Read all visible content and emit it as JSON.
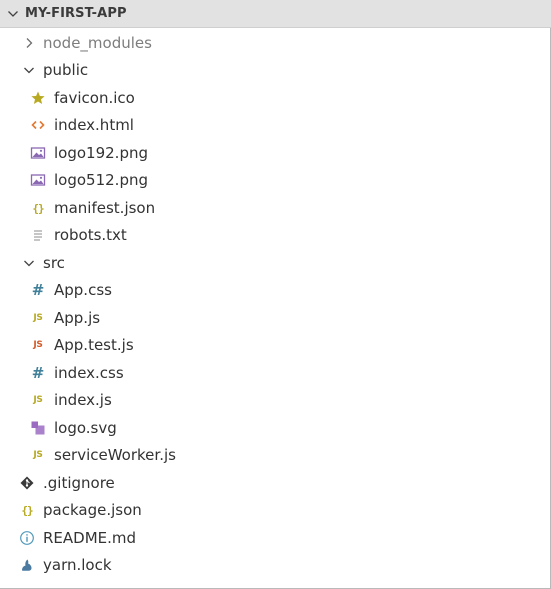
{
  "explorer": {
    "title": "MY-FIRST-APP"
  },
  "colors": {
    "js": "#b7a922",
    "test_js": "#d45a2a",
    "css": "#41809a",
    "html": "#e37933",
    "json": "#b7a922",
    "image": "#8a68b3",
    "svg": "#9b6bc2",
    "favicon": "#b7a922",
    "text_file": "#8c8c8c",
    "git": "#3a3a3a",
    "info": "#519aba",
    "yarn": "#4b7aa0"
  },
  "tree": {
    "node_modules": {
      "label": "node_modules",
      "icon": "chevron-right-icon"
    },
    "public": {
      "label": "public",
      "icon": "chevron-down-icon"
    },
    "favicon": {
      "label": "favicon.ico",
      "icon": "favicon-icon"
    },
    "index_html": {
      "label": "index.html",
      "icon": "html-icon"
    },
    "logo192": {
      "label": "logo192.png",
      "icon": "image-icon"
    },
    "logo512": {
      "label": "logo512.png",
      "icon": "image-icon"
    },
    "manifest": {
      "label": "manifest.json",
      "icon": "json-icon"
    },
    "robots": {
      "label": "robots.txt",
      "icon": "text-file-icon"
    },
    "src": {
      "label": "src",
      "icon": "chevron-down-icon"
    },
    "app_css": {
      "label": "App.css",
      "icon": "css-icon"
    },
    "app_js": {
      "label": "App.js",
      "icon": "js-icon"
    },
    "app_test_js": {
      "label": "App.test.js",
      "icon": "test-js-icon"
    },
    "index_css": {
      "label": "index.css",
      "icon": "css-icon"
    },
    "index_js": {
      "label": "index.js",
      "icon": "js-icon"
    },
    "logo_svg": {
      "label": "logo.svg",
      "icon": "svg-icon"
    },
    "service_worker": {
      "label": "serviceWorker.js",
      "icon": "js-icon"
    },
    "gitignore": {
      "label": ".gitignore",
      "icon": "git-icon"
    },
    "package_json": {
      "label": "package.json",
      "icon": "json-icon"
    },
    "readme": {
      "label": "README.md",
      "icon": "info-icon"
    },
    "yarn_lock": {
      "label": "yarn.lock",
      "icon": "yarn-icon"
    },
    "js_badge": "JS",
    "braces_badge": "{}",
    "hash_badge": "#"
  }
}
